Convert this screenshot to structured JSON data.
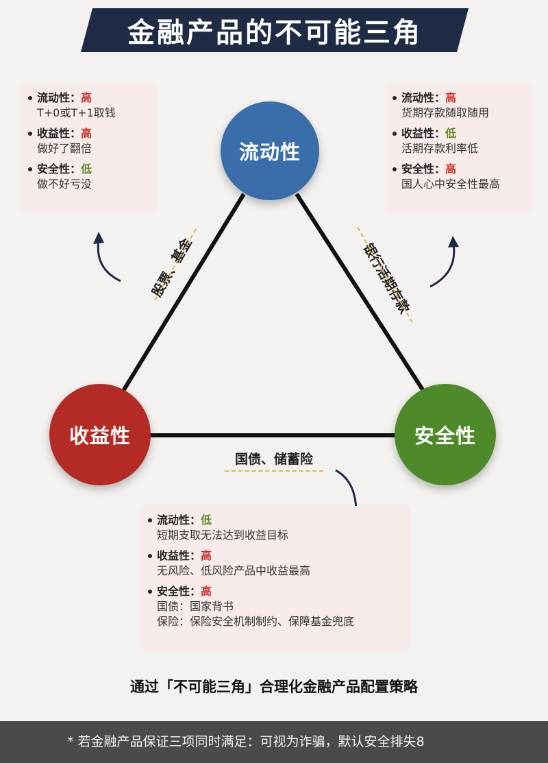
{
  "title": "金融产品的不可能三角",
  "colors": {
    "banner": "#1f2a44",
    "liquidity": "#3a6eaa",
    "yield": "#b42a25",
    "safety": "#4e8a2a",
    "high": "#c9302c",
    "low": "#5d8c2a",
    "box_bg": "#f8ecea",
    "dash": "#e4b24a"
  },
  "nodes": {
    "liquidity": "流动性",
    "yield": "收益性",
    "safety": "安全性"
  },
  "edges": {
    "left": "股票、基金",
    "right": "银行活期存款",
    "bottom": "国债、储蓄险"
  },
  "boxes": {
    "stocks": [
      {
        "label": "流动性：",
        "level": "高",
        "desc": "T+0或T+1取钱"
      },
      {
        "label": "收益性：",
        "level": "高",
        "desc": "做好了翻倍"
      },
      {
        "label": "安全性：",
        "level": "低",
        "desc": "做不好亏没"
      }
    ],
    "deposits": [
      {
        "label": "流动性：",
        "level": "高",
        "desc": "货期存款随取随用"
      },
      {
        "label": "收益性：",
        "level": "低",
        "desc": "活期存款利率低"
      },
      {
        "label": "安全性：",
        "level": "高",
        "desc": "国人心中安全性最高"
      }
    ],
    "bonds": [
      {
        "label": "流动性：",
        "level": "低",
        "desc": "短期支取无法达到收益目标"
      },
      {
        "label": "收益性：",
        "level": "高",
        "desc": "无风险、低风险产品中收益最高"
      },
      {
        "label": "安全性：",
        "level": "高",
        "desc": "国债：国家背书",
        "desc2": "保险：保险安全机制制约、保障基金兜底"
      }
    ]
  },
  "slogan": "通过「不可能三角」合理化金融产品配置策略",
  "footer_note": "* 若金融产品保证三项同时满足：可视为诈骗，默认安全排失8"
}
